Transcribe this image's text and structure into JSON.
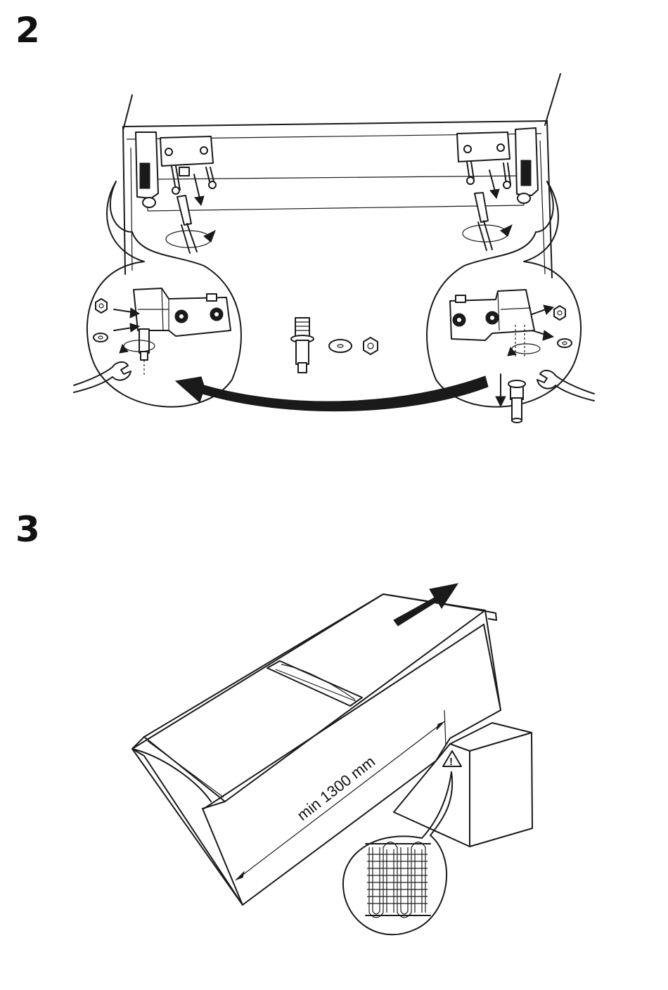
{
  "steps": [
    {
      "number": "2"
    },
    {
      "number": "3"
    }
  ],
  "step3": {
    "dimension_label": "min 1300 mm",
    "warning_symbol": "!"
  },
  "icons": [
    "screwdriver-icon",
    "wrench-icon",
    "bolt-icon",
    "washer-icon",
    "nut-icon",
    "hinge-icon",
    "warning-triangle-icon",
    "arrow-icon",
    "condenser-coil-icon"
  ]
}
